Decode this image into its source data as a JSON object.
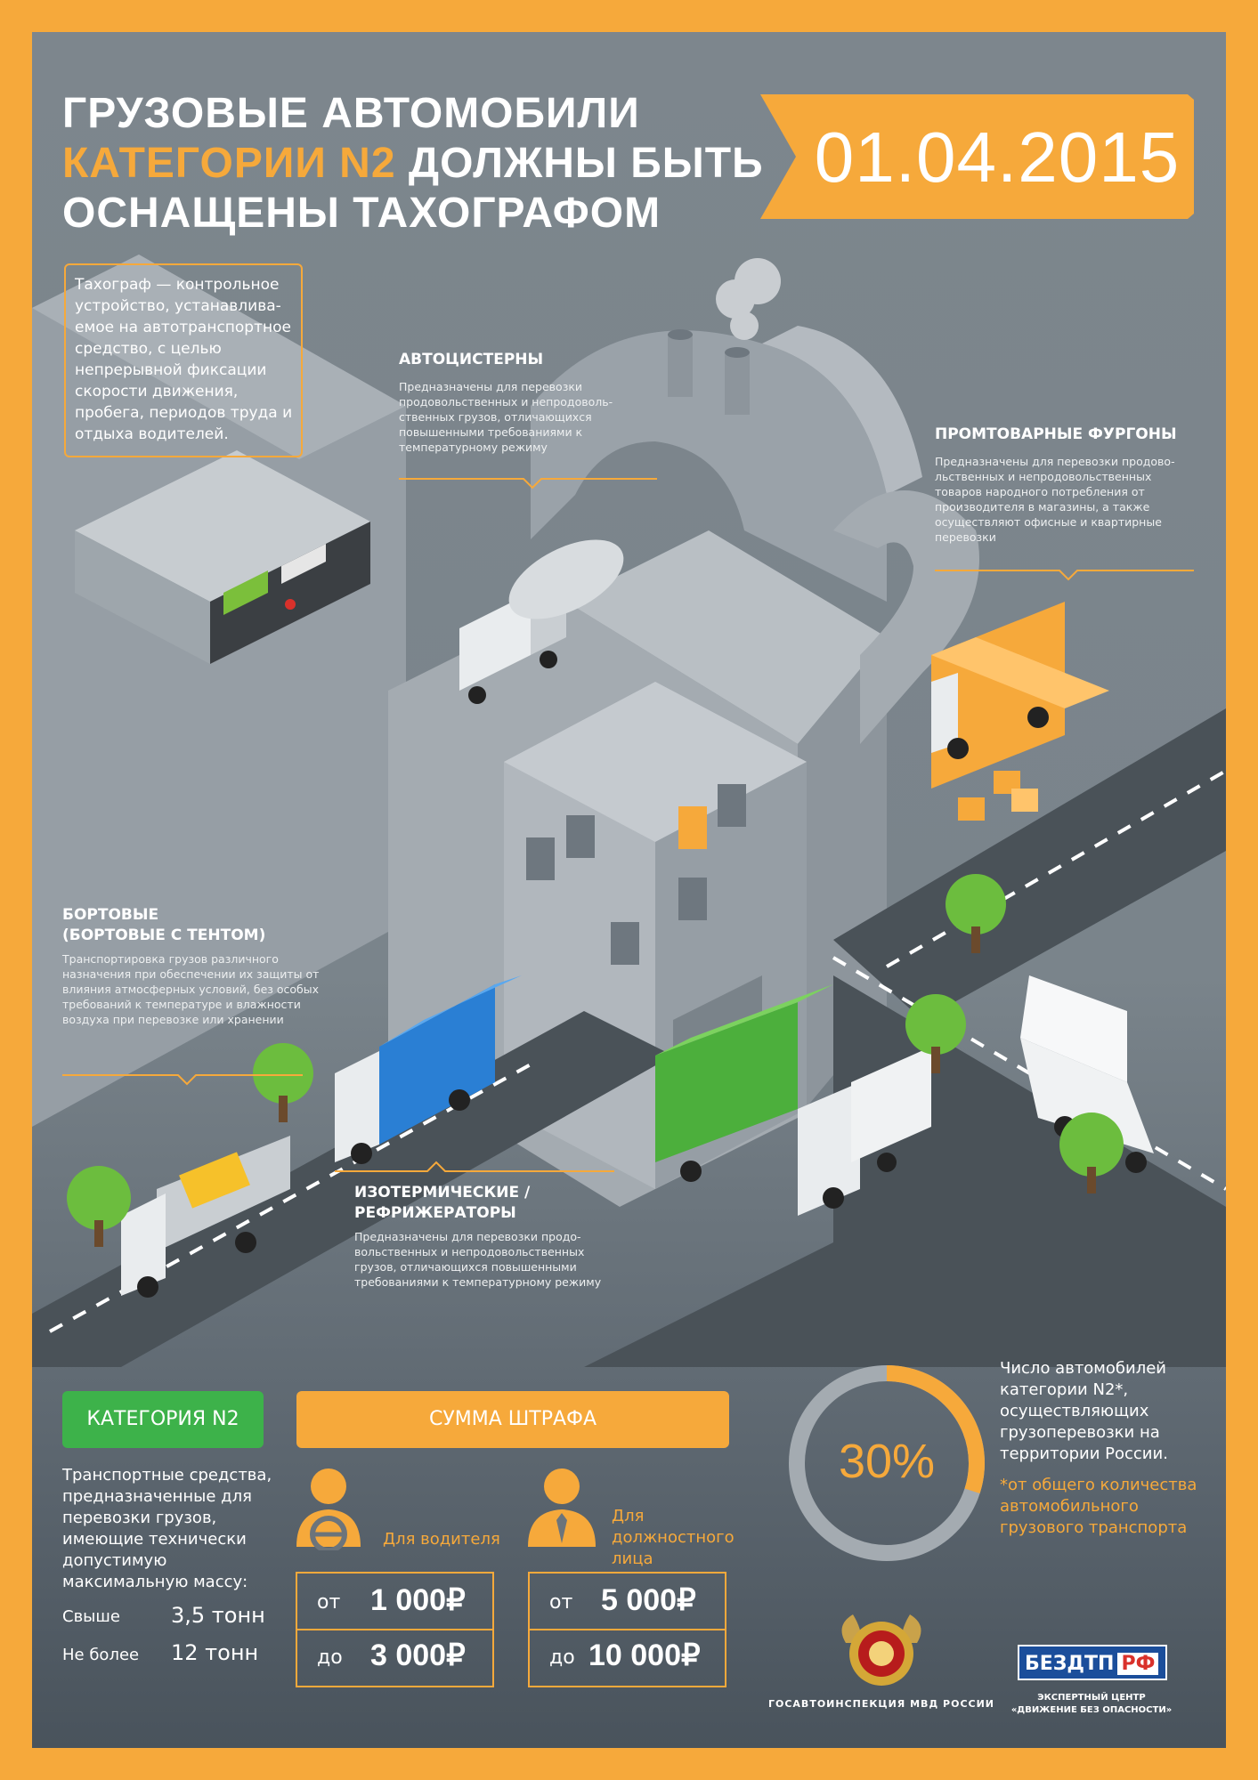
{
  "title": {
    "line1": "ГРУЗОВЫЕ АВТОМОБИЛИ",
    "line2_highlight": "КАТЕГОРИИ N2",
    "line2_rest": " ДОЛЖНЫ БЫТЬ",
    "line3": "ОСНАЩЕНЫ ТАХОГРАФОМ"
  },
  "date": "01.04.2015",
  "definition": "Тахограф — контрольное устройство, устанавлива­емое на автотранспортное средство, с целью непрерывной фиксации скорости движения, пробега, периодов труда и отдыха водителей.",
  "sections": {
    "tankers": {
      "title": "АВТОЦИСТЕРНЫ",
      "text": "Предназначены для перевозки продовольственных и непродоволь­ственных грузов, отличающихся повышенными требованиями к температурному режиму"
    },
    "vans": {
      "title": "ПРОМТОВАРНЫЕ ФУРГОНЫ",
      "text": "Предназначены для перевозки продово­льственных и непродовольственных товаров народного потребления от производителя в магазины, а также осуществляют офисные и квартирные перевозки"
    },
    "flatbed": {
      "title1": "БОРТОВЫЕ",
      "title2": "(БОРТОВЫЕ С ТЕНТОМ)",
      "text": "Транспортировка грузов различного назначения при обеспечении их защиты от влияния атмосферных условий, без особых требований к температуре и влажности воздуха при перевозке или хранении"
    },
    "isothermal": {
      "title1": "ИЗОТЕРМИЧЕСКИЕ /",
      "title2": "РЕФРИЖЕРАТОРЫ",
      "text": "Предназначены для перевозки продо­вольственных и непродовольственных грузов, отличающихся повышенными требованиями к температурному режиму"
    }
  },
  "category": {
    "badge": "КАТЕГОРИЯ N2",
    "text": "Транспортные средства, предназначен­ные для перевозки грузов, имеющие техни­чески допустимую максимальную массу:",
    "rows": [
      {
        "label": "Свыше",
        "value": "3,5 тонн"
      },
      {
        "label": "Не более",
        "value": "12 тонн"
      }
    ]
  },
  "fine": {
    "badge": "СУММА ШТРАФА",
    "driver": {
      "label": "Для водителя",
      "from_prefix": "от",
      "from": "1 000₽",
      "to_prefix": "до",
      "to": "3 000₽"
    },
    "official": {
      "label1": "Для",
      "label2": "должностного",
      "label3": "лица",
      "from_prefix": "от",
      "from": "5 000₽",
      "to_prefix": "до",
      "to": "10 000₽"
    }
  },
  "stat": {
    "percent": "30%",
    "fraction": 0.3,
    "text": "Число автомобилей категории N2*, осуществляющих грузоперевозки на территории России.",
    "note": "*от общего количества автомобильного грузового транспорта"
  },
  "logos": {
    "gibdd": "ГОСАВТОИНСПЕКЦИЯ МВД РОССИИ",
    "bdtp_main": "БЕЗДТП",
    "bdtp_rf": "РФ",
    "bdtp_caption1": "ЭКСПЕРТНЫЙ ЦЕНТР",
    "bdtp_caption2": "«ДВИЖЕНИЕ БЕЗ ОПАСНОСТИ»"
  },
  "colors": {
    "accent": "#f6a93b",
    "green": "#3db24a",
    "background": "#7d868d",
    "brand_blue": "#1b4e9b"
  }
}
